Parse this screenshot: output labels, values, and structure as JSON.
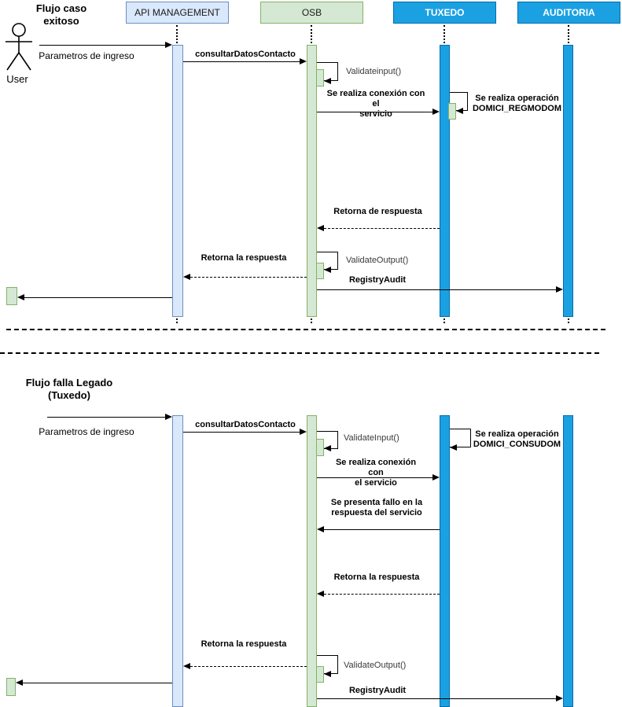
{
  "colors": {
    "lifeline_light_blue_fill": "#dae8fc",
    "lifeline_light_blue_stroke": "#6c8ebf",
    "lifeline_green_fill": "#d5e8d4",
    "lifeline_green_stroke": "#82b366",
    "lifeline_bright_blue_fill": "#1ba1e2",
    "lifeline_bright_blue_stroke": "#006eaf",
    "line_color": "#000000"
  },
  "lifelines": [
    {
      "label": "API MANAGEMENT"
    },
    {
      "label": "OSB"
    },
    {
      "label": "TUXEDO"
    },
    {
      "label": "AUDITORIA"
    }
  ],
  "d1": {
    "title": "Flujo caso\nexitoso",
    "actor_label": "User",
    "msg_parametros": "Parametros de ingreso",
    "msg_consultar": "consultarDatosContacto",
    "msg_validate_input": "Validateinput()",
    "msg_conexion": "Se realiza conexión con el\nservicio",
    "msg_operacion": "Se realiza operación\nDOMICI_REGMODOM",
    "msg_retorna_respuesta": "Retorna de respuesta",
    "msg_validate_output": "ValidateOutput()",
    "msg_retorna_la_respuesta": "Retorna la respuesta",
    "msg_registry_audit": "RegistryAudit"
  },
  "d2": {
    "title": "Flujo falla Legado\n(Tuxedo)",
    "msg_parametros": "Parametros de ingreso",
    "msg_consultar": "consultarDatosContacto",
    "msg_validate_input": "ValidateInput()",
    "msg_operacion": "Se realiza operación\nDOMICI_CONSUDOM",
    "msg_conexion": "Se realiza conexión con\nel servicio",
    "msg_fallo": "Se presenta fallo en la\nrespuesta del servicio",
    "msg_retorna_tuxedo": "Retorna la respuesta",
    "msg_retorna_api": "Retorna la respuesta",
    "msg_validate_output": "ValidateOutput()",
    "msg_registry_audit": "RegistryAudit"
  }
}
